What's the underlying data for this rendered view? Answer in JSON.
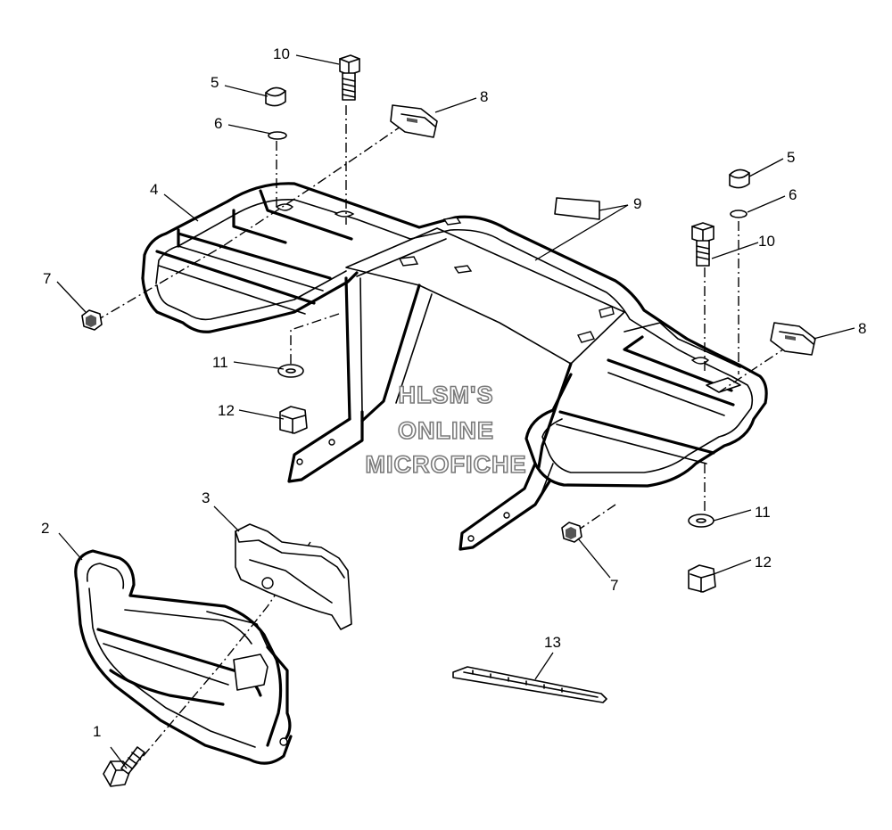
{
  "diagram": {
    "callouts": [
      {
        "id": "c1",
        "label": "1"
      },
      {
        "id": "c2",
        "label": "2"
      },
      {
        "id": "c3",
        "label": "3"
      },
      {
        "id": "c4",
        "label": "4"
      },
      {
        "id": "c5a",
        "label": "5"
      },
      {
        "id": "c5b",
        "label": "5"
      },
      {
        "id": "c6a",
        "label": "6"
      },
      {
        "id": "c6b",
        "label": "6"
      },
      {
        "id": "c7a",
        "label": "7"
      },
      {
        "id": "c7b",
        "label": "7"
      },
      {
        "id": "c8a",
        "label": "8"
      },
      {
        "id": "c8b",
        "label": "8"
      },
      {
        "id": "c9",
        "label": "9"
      },
      {
        "id": "c10a",
        "label": "10"
      },
      {
        "id": "c10b",
        "label": "10"
      },
      {
        "id": "c11a",
        "label": "11"
      },
      {
        "id": "c11b",
        "label": "11"
      },
      {
        "id": "c12a",
        "label": "12"
      },
      {
        "id": "c12b",
        "label": "12"
      },
      {
        "id": "c13",
        "label": "13"
      }
    ]
  },
  "watermark": {
    "line1": "HLSM'S",
    "line2": "ONLINE",
    "line3": "MICROFICHE"
  }
}
